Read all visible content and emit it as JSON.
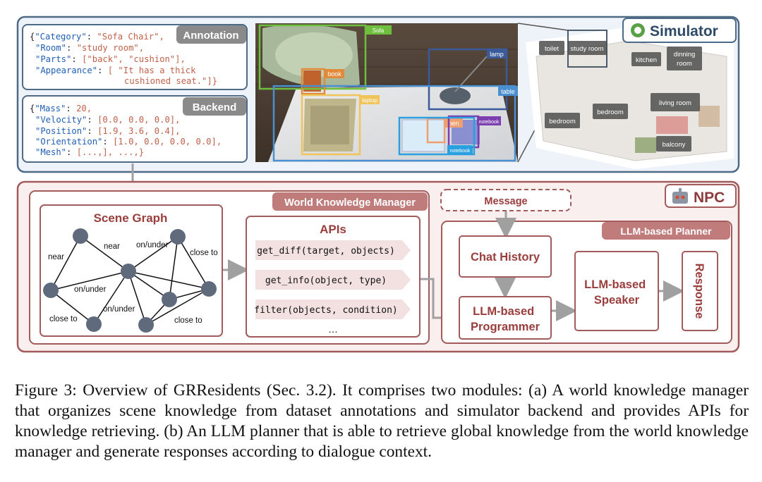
{
  "annotation": {
    "title": "Annotation",
    "lines": [
      {
        "key": "\"Category\"",
        "val": "\"Sofa Chair\","
      },
      {
        "key": "\"Room\"",
        "val": "\"study room\","
      },
      {
        "key": "\"Parts\"",
        "val": "[\"back\", \"cushion\"],"
      },
      {
        "key": "\"Appearance\"",
        "val": "[ \"It has a thick"
      },
      {
        "key": "",
        "val": "cushioned seat.\"]}"
      }
    ]
  },
  "backend": {
    "title": "Backend",
    "lines": [
      {
        "key": "\"Mass\"",
        "val": "20,"
      },
      {
        "key": "\"Velocity\"",
        "val": "[0.0, 0.0, 0.0],"
      },
      {
        "key": "\"Position\"",
        "val": "[1.9, 3.6, 0.4],"
      },
      {
        "key": "\"Orientation\"",
        "val": "[1.0, 0.0, 0.0, 0.0],"
      },
      {
        "key": "\"Mesh\"",
        "val": "[...,], ...,}"
      }
    ]
  },
  "simulator": {
    "title": "Simulator",
    "scene_labels": [
      "Sofa",
      "lamp",
      "book",
      "table",
      "laptop",
      "pen",
      "notebook",
      "notebook"
    ],
    "rooms": [
      "toilet",
      "study room",
      "kitchen",
      "dinning room",
      "bedroom",
      "bedroom",
      "living room",
      "balcony"
    ]
  },
  "npc": {
    "title": "NPC",
    "wkm_title": "World Knowledge Manager",
    "scene_graph": {
      "title": "Scene Graph",
      "edge_labels": [
        "near",
        "near",
        "on/under",
        "close to",
        "on/under",
        "on/under",
        "close to",
        "close to"
      ]
    },
    "apis": {
      "title": "APIs",
      "items": [
        "get_diff(target, objects)",
        "get_info(object, type)",
        "filter(objects, condition)"
      ],
      "more": "…"
    },
    "message": "Message",
    "planner_title": "LLM-based Planner",
    "chat_history": "Chat History",
    "programmer": [
      "LLM-based",
      "Programmer"
    ],
    "speaker": [
      "LLM-based",
      "Speaker"
    ],
    "response": "Response"
  },
  "caption": "Figure 3: Overview of GRResidents (Sec. 3.2). It comprises two modules: (a) A world knowledge manager that organizes scene knowledge from dataset annotations and simulator backend and provides APIs for knowledge retrieving. (b) An LLM planner that is able to retrieve global knowledge from the world knowledge manager and generate responses according to dialogue context.",
  "colors": {
    "sim_border": "#4d6a86",
    "npc_border": "#a35a5a",
    "accent": "#9a3d3d",
    "tag_gray": "#8a8a8a",
    "tag_red": "#c07b7b",
    "node": "#5f6b7d"
  }
}
